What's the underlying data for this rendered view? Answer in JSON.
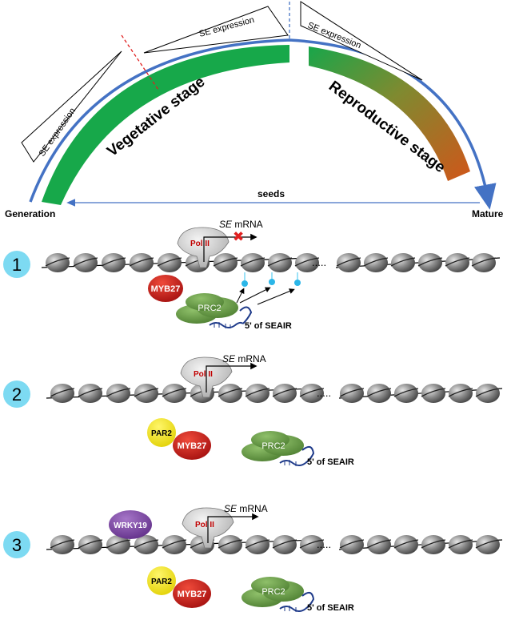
{
  "top": {
    "stage_left": "Vegetative stage",
    "stage_right": "Reproductive stage",
    "se_expression": "SE expression",
    "seeds": "seeds",
    "generation": "Generation",
    "mature": "Mature"
  },
  "panels": [
    {
      "number": "1",
      "pol": "Pol II",
      "mrna_italic": "SE",
      "mrna_rest": " mRNA",
      "myb": "MYB27",
      "prc": "PRC2",
      "seair": "5' of SEAIR",
      "dots": "....."
    },
    {
      "number": "2",
      "pol": "Pol II",
      "mrna_italic": "SE",
      "mrna_rest": " mRNA",
      "par": "PAR2",
      "myb": "MYB27",
      "prc": "PRC2",
      "seair": "5' of SEAIR",
      "dots": "....."
    },
    {
      "number": "3",
      "pol": "Pol II",
      "mrna_italic": "SE",
      "mrna_rest": " mRNA",
      "wrky": "WRKY19",
      "par": "PAR2",
      "myb": "MYB27",
      "prc": "PRC2",
      "seair": "5' of SEAIR",
      "dots": "....."
    }
  ],
  "colors": {
    "arc_blue": "#4472c4",
    "bar_green": "#17a84a",
    "bar_orange": "#c8581a",
    "circle_cyan": "#7ddaf2",
    "myb_red": "#c01818",
    "par_yellow": "#f2e400",
    "wrky_purple": "#7a3fa0",
    "prc_green": "#6a9e48"
  }
}
